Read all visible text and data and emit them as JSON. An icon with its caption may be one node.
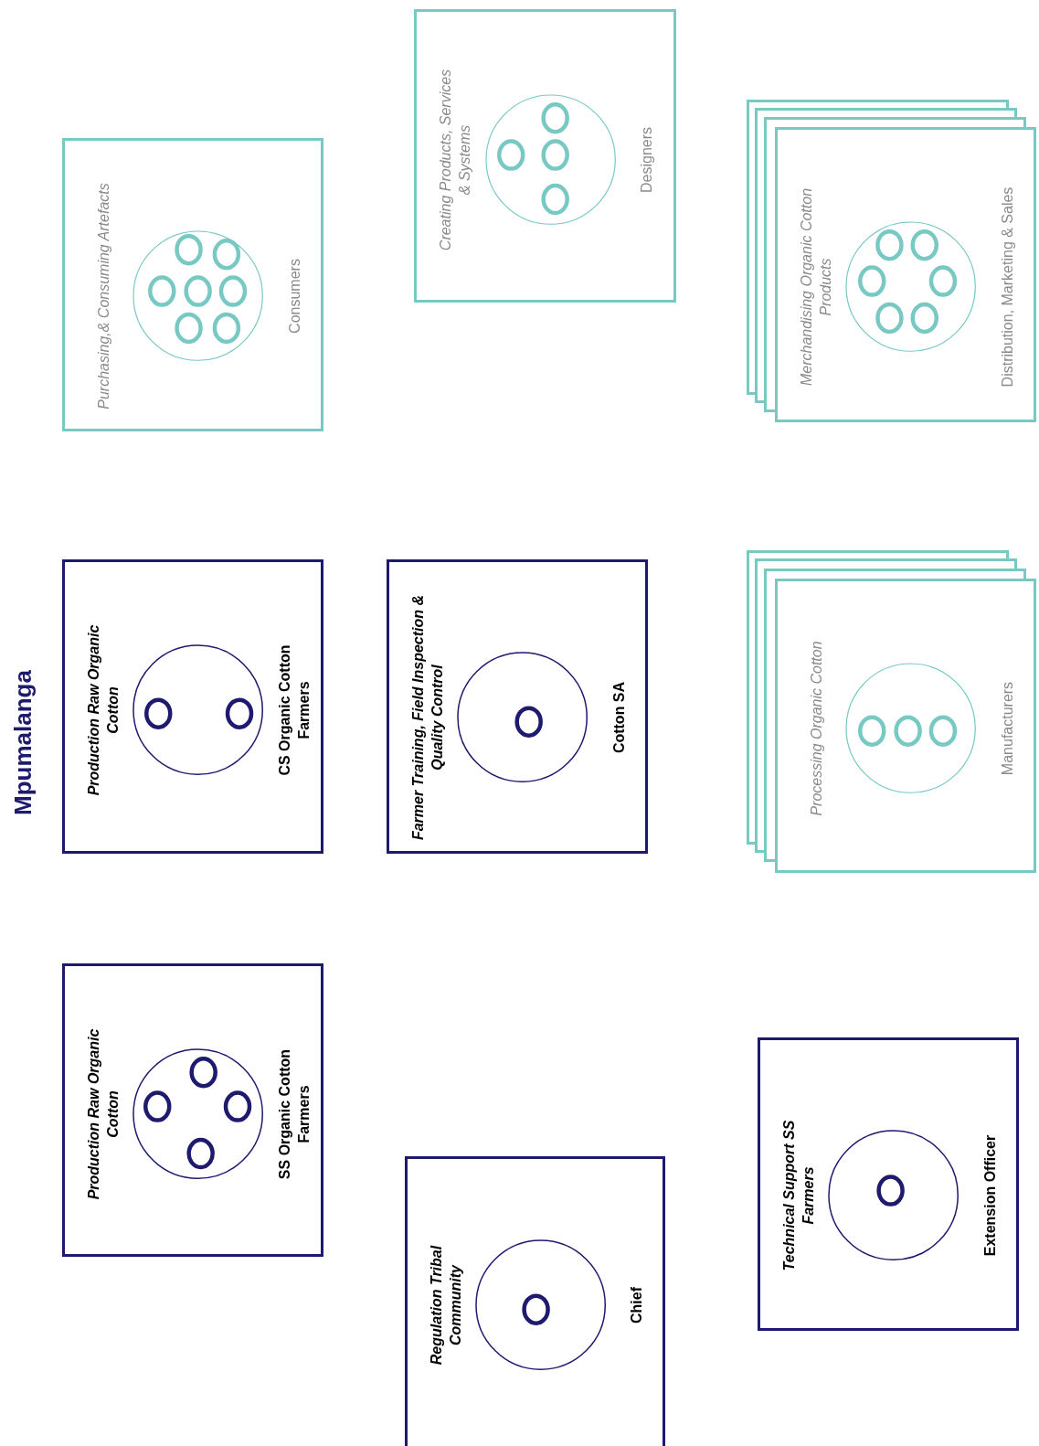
{
  "diagram": {
    "title": "Mpumalanga",
    "nodes": [
      {
        "text": [
          "Purchasing,& Consuming Artefacts",
          "Consumers"
        ]
      },
      {
        "text": [
          "Creating Products, Services & Systems",
          "Designers"
        ]
      },
      {
        "text": [
          "Merchandising Organic Cotton Products",
          "Distribution, Marketing & Sales"
        ]
      },
      {
        "text": [
          "Production Raw Organic Cotton",
          "CS Organic Cotton Farmers"
        ]
      },
      {
        "text": [
          "Farmer Training, Field Inspection & Quality Control",
          "Cotton SA"
        ]
      },
      {
        "text": [
          "Processing Organic Cotton",
          "Manufacturers"
        ]
      },
      {
        "text": [
          "Production Raw Organic Cotton",
          "SS Organic Cotton Farmers"
        ]
      },
      {
        "text": [
          "Regulation Tribal Community",
          "Chief"
        ]
      },
      {
        "text": [
          "Technical Support SS Farmers",
          "Extension Officer"
        ]
      }
    ]
  }
}
